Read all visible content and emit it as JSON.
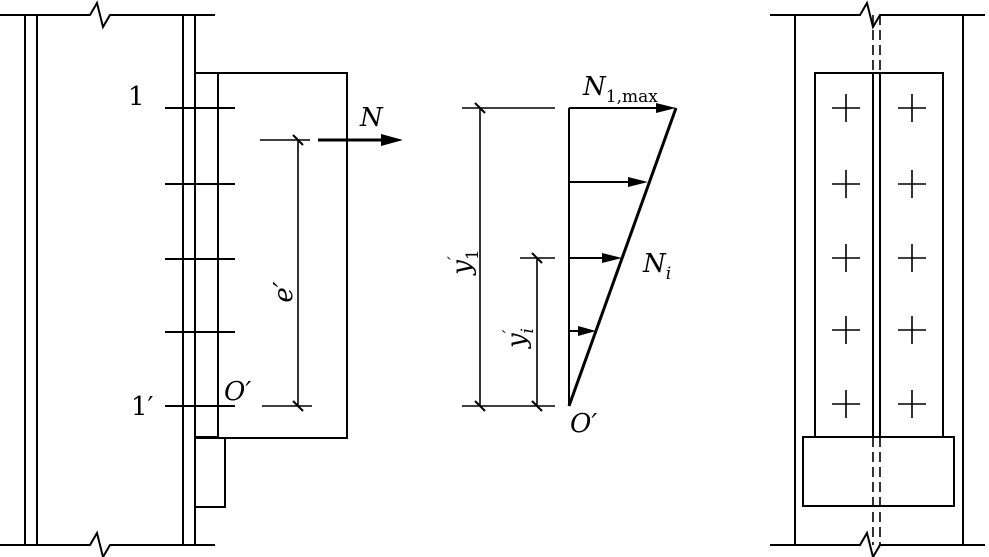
{
  "left_view": {
    "bolt_row_top_label": "1",
    "bolt_row_bottom_label_main": "1",
    "bolt_row_bottom_label_prime": "′",
    "rotation_center_main": "O",
    "rotation_center_prime": "′",
    "force_label": "N",
    "eccentricity_main": "e",
    "eccentricity_prime": "′"
  },
  "middle_view": {
    "max_force_main": "N",
    "max_force_sub": "1,max",
    "bolt_force_main": "N",
    "bolt_force_sub": "i",
    "y1_main": "y",
    "y1_prime": "′",
    "y1_sub": "1",
    "yi_main": "y",
    "yi_prime": "′",
    "yi_sub": "i",
    "origin_main": "O",
    "origin_prime": "′"
  },
  "right_view": {
    "bolt_columns": 2,
    "bolt_rows": 5
  }
}
